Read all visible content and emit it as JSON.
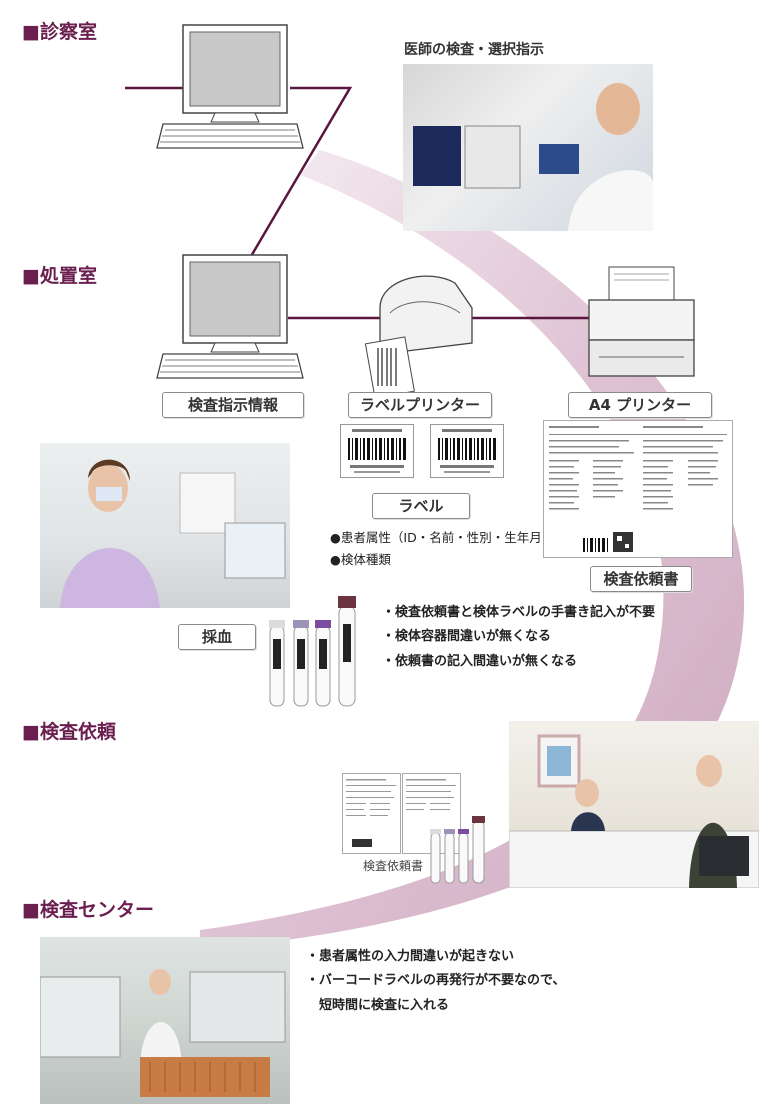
{
  "sections": {
    "shinsatsu": "■診察室",
    "shochi": "■処置室",
    "kensa_irai": "■検査依頼",
    "kensa_center": "■検査センター"
  },
  "captions": {
    "doctor": "医師の検査・選択指示",
    "request_form_small": "検査依頼書"
  },
  "labels": {
    "order_info": "検査指示情報",
    "label_printer": "ラベルプリンター",
    "a4_printer": "A4 プリンター",
    "label": "ラベル",
    "request_form": "検査依頼書",
    "blood": "採血"
  },
  "label_notes": [
    "●患者属性（ID・名前・性別・生年月日）",
    "●検体種類"
  ],
  "benefits_shochi": [
    "・検査依頼書と検体ラベルの手書き記入が不要",
    "・検体容器間違いが無くなる",
    "・依頼書の記入間違いが無くなる"
  ],
  "benefits_center": [
    "・患者属性の入力間違いが起きない",
    "・バーコードラベルの再発行が不要なので、",
    "　短時間に検査に入れる"
  ],
  "colors": {
    "accent": "#6b1f4f",
    "arc": "#c9a2bb",
    "line": "#5a1540"
  }
}
